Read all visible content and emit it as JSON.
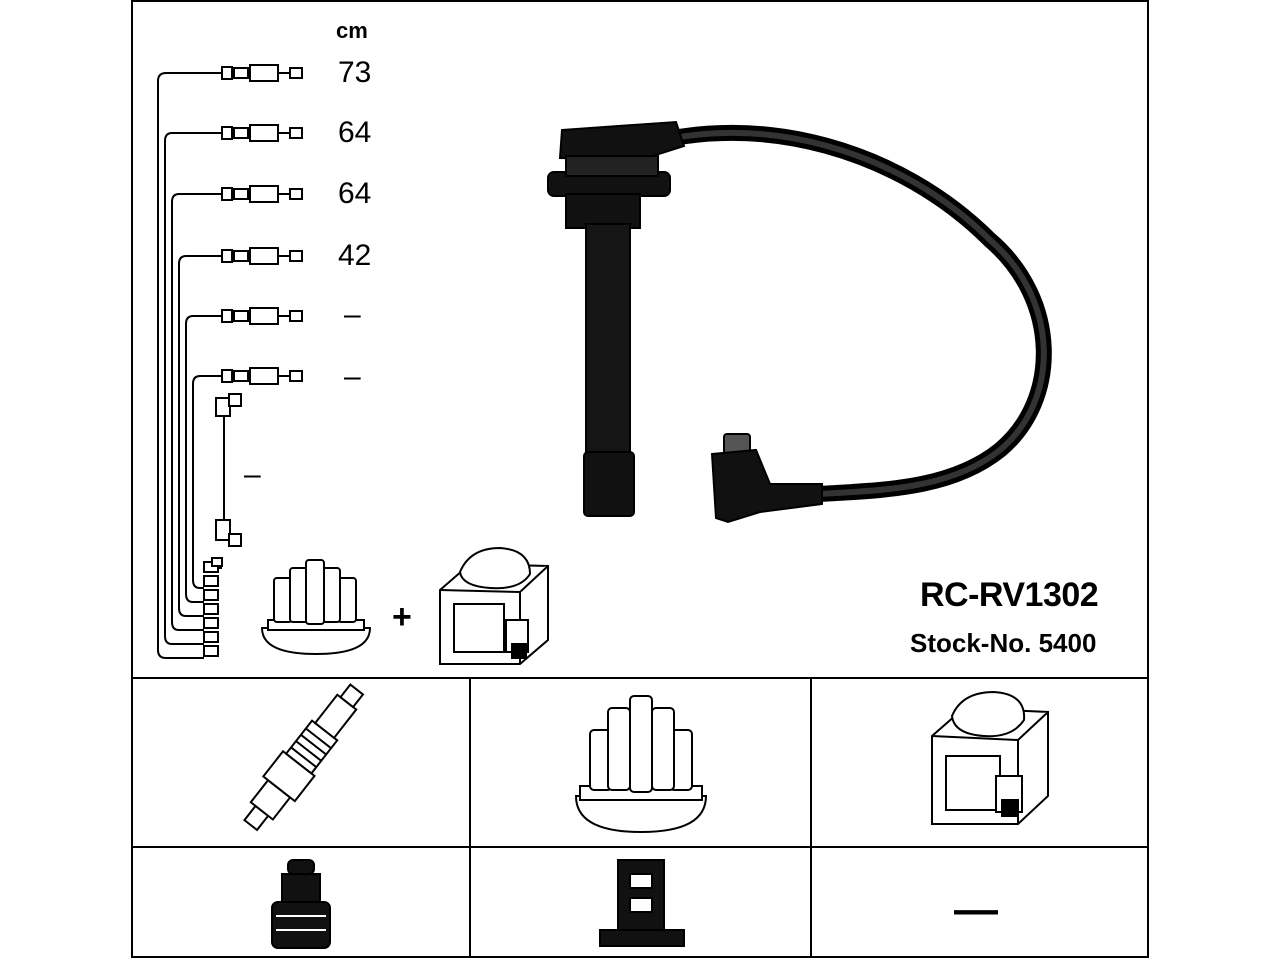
{
  "lengths_unit": "cm",
  "cable_lengths": [
    "73",
    "64",
    "64",
    "42",
    "–",
    "–"
  ],
  "coil_lead_length": "–",
  "plus_sign": "+",
  "product_code": "RC-RV1302",
  "stock_number": "Stock-No. 5400",
  "accessory_empty": "—",
  "components": {
    "spark_plug": "spark-plug-icon",
    "plug_connector": "spark-plug-connector-icon",
    "distributor_cap": "distributor-cap-icon",
    "distributor_connector": "distributor-connector-icon",
    "ignition_coil": "ignition-coil-icon"
  }
}
